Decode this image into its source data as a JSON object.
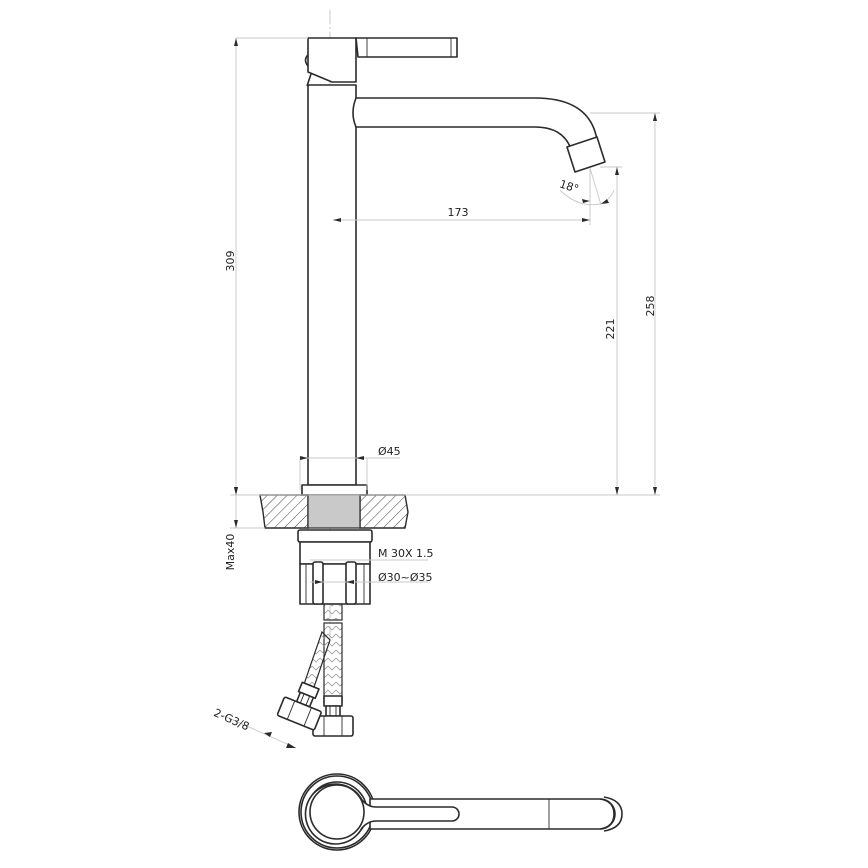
{
  "drawing": {
    "title": "Tall single-lever basin mixer – technical drawing",
    "views": [
      "front-elevation",
      "top-view-handle"
    ]
  },
  "dimensions": {
    "total_height": "309",
    "spout_reach": "173",
    "spout_outlet_height": "221",
    "spout_top_height": "258",
    "spout_angle": "18°",
    "body_diameter": "Ø45",
    "max_counter_thickness": "Max40",
    "mounting_thread": "M 30X 1.5",
    "hole_diameter": "Ø30~Ø35",
    "hose_connection": "2-G3/8"
  },
  "colors": {
    "line": "#2b2b2b",
    "dimension_line": "#c8c8c8",
    "center_line": "#bdbdbd",
    "thread_fill": "#c9c9c9",
    "background": "#ffffff"
  }
}
